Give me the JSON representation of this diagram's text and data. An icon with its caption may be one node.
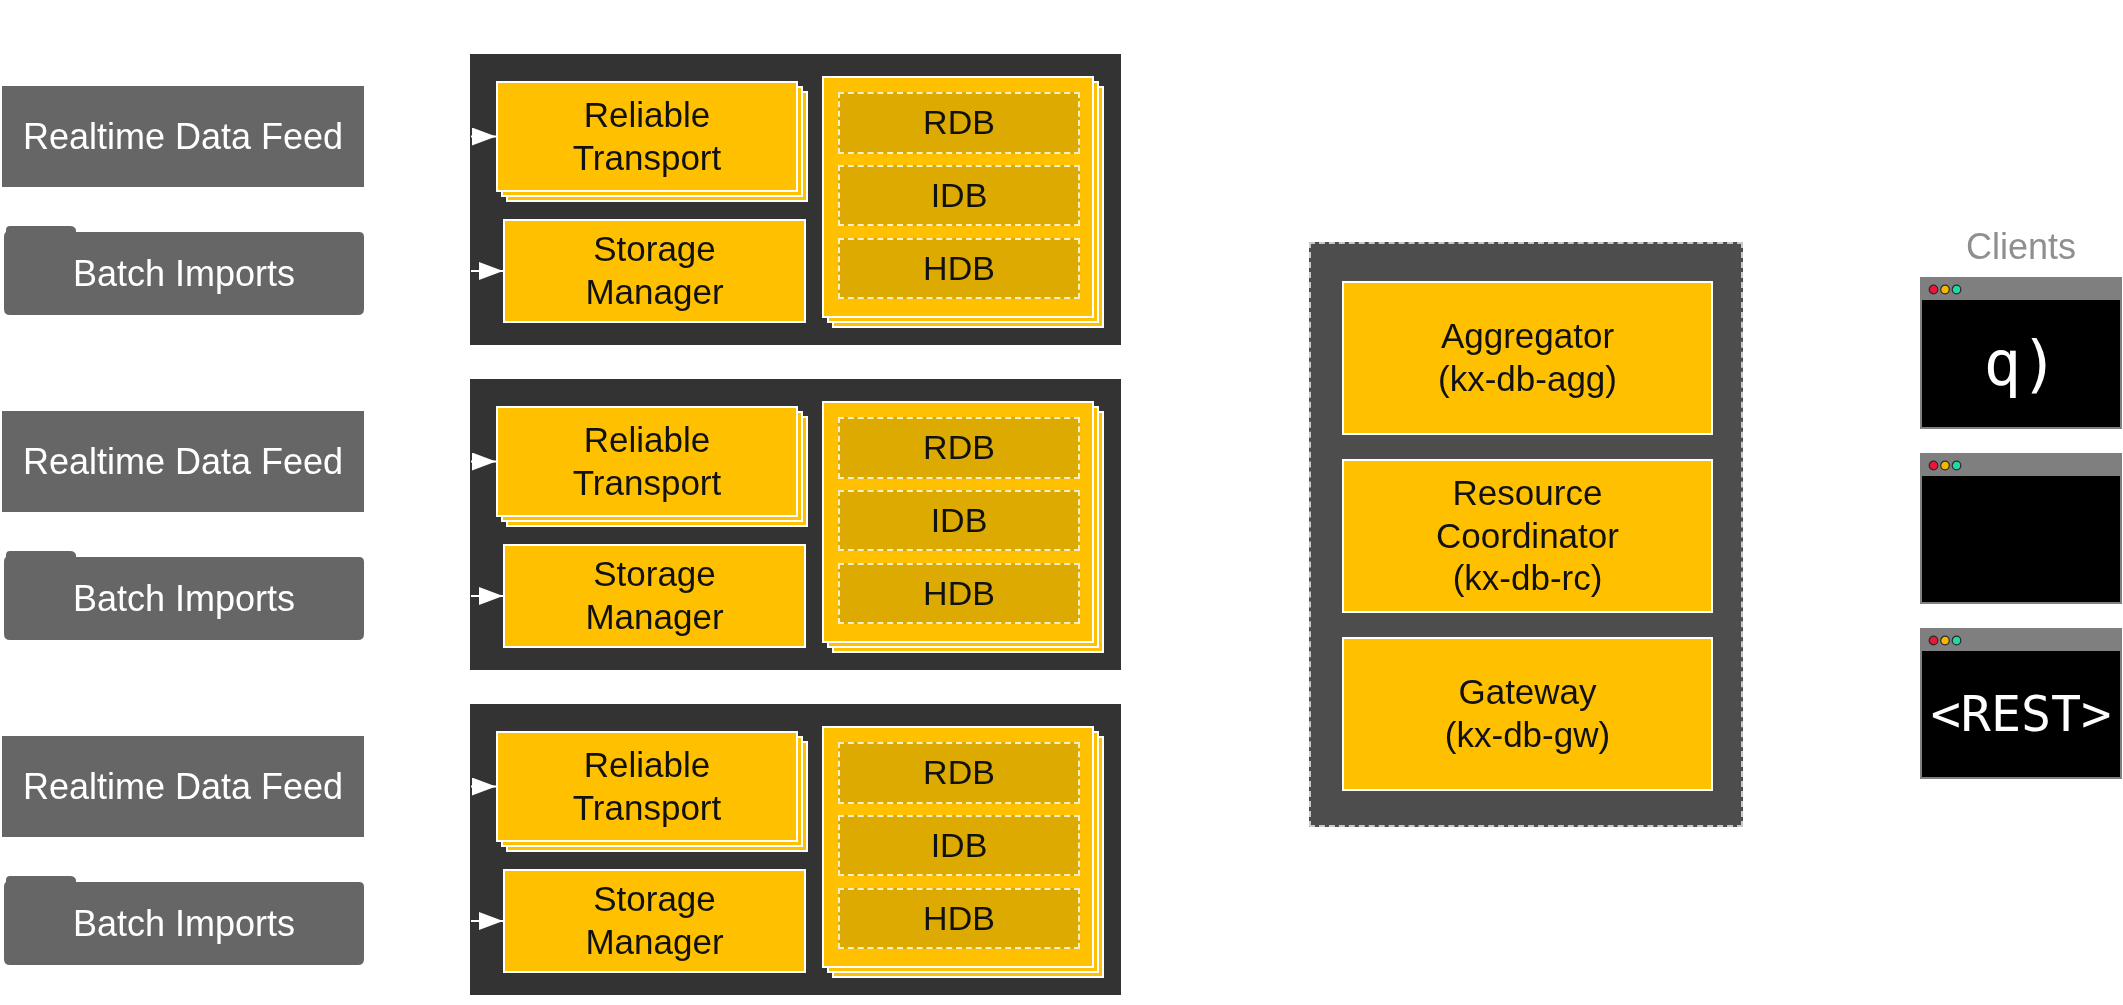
{
  "diagram": {
    "nodes": [
      {
        "text": [
          "Realtime Data Feed"
        ]
      },
      {
        "text": [
          "Batch Imports"
        ]
      },
      {
        "text": [],
        "shape": "box"
      },
      {
        "text": [
          "Reliable Transport"
        ],
        "in": 2
      },
      {
        "text": [
          "Storage Manager"
        ],
        "in": 2
      },
      {
        "text": [],
        "shape": "box",
        "in": 2
      },
      {
        "text": [
          "RDB"
        ],
        "in": 5
      },
      {
        "text": [
          "IDB"
        ],
        "in": 5
      },
      {
        "text": [
          "HDB"
        ],
        "in": 5
      },
      {
        "text": [
          "Realtime Data Feed"
        ]
      },
      {
        "text": [
          "Batch Imports"
        ]
      },
      {
        "text": [],
        "shape": "box"
      },
      {
        "text": [
          "Reliable Transport"
        ],
        "in": 11
      },
      {
        "text": [
          "Storage Manager"
        ],
        "in": 11
      },
      {
        "text": [],
        "shape": "box",
        "in": 11
      },
      {
        "text": [
          "RDB"
        ],
        "in": 14
      },
      {
        "text": [
          "IDB"
        ],
        "in": 14
      },
      {
        "text": [
          "HDB"
        ],
        "in": 14
      },
      {
        "text": [
          "Realtime Data Feed"
        ]
      },
      {
        "text": [
          "Batch Imports"
        ]
      },
      {
        "text": [],
        "shape": "box"
      },
      {
        "text": [
          "Reliable Transport"
        ],
        "in": 20
      },
      {
        "text": [
          "Storage Manager"
        ],
        "in": 20
      },
      {
        "text": [],
        "shape": "box",
        "in": 20
      },
      {
        "text": [
          "RDB"
        ],
        "in": 23
      },
      {
        "text": [
          "IDB"
        ],
        "in": 23
      },
      {
        "text": [
          "HDB"
        ],
        "in": 23
      },
      {
        "text": [],
        "shape": "box"
      },
      {
        "text": [
          "Aggregator (kx-db-agg)"
        ],
        "in": 27
      },
      {
        "text": [
          "Resource Coordinator (kx-db-rc)"
        ],
        "in": 27
      },
      {
        "text": [
          "Gateway (kx-db-gw)"
        ],
        "in": 27
      },
      {
        "text": [
          "q)"
        ]
      },
      {
        "text": [],
        "shape": "box"
      },
      {
        "text": [
          "<REST>"
        ]
      }
    ],
    "edges": [
      {
        "from": null,
        "to": 3,
        "arrow": "to"
      },
      {
        "from": null,
        "to": 4,
        "arrow": "to"
      },
      {
        "from": null,
        "to": 12,
        "arrow": "to"
      },
      {
        "from": null,
        "to": 13,
        "arrow": "to"
      },
      {
        "from": null,
        "to": 21,
        "arrow": "to"
      },
      {
        "from": null,
        "to": 22,
        "arrow": "to"
      }
    ],
    "labels": [
      "Clients"
    ]
  }
}
